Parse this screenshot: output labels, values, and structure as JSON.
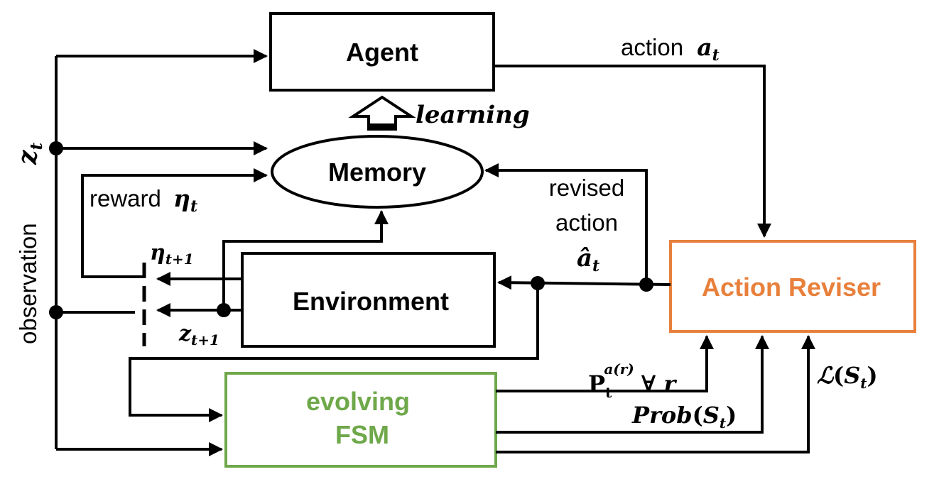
{
  "nodes": {
    "agent": "Agent",
    "memory": "Memory",
    "environment": "Environment",
    "action_reviser": "Action Reviser",
    "fsm_line1": "evolving",
    "fsm_line2": "FSM"
  },
  "labels": {
    "action": "action",
    "action_symbol": "a",
    "action_sub": "t",
    "learning": "learning",
    "observation": "observation",
    "z_symbol": "z",
    "z_sub": "t",
    "reward": "reward",
    "eta_symbol": "η",
    "eta_sub": "t",
    "eta_next_symbol": "η",
    "eta_next_sub": "t+1",
    "z_next_symbol": "z",
    "z_next_sub": "t+1",
    "revised_line1": "revised",
    "revised_line2": "action",
    "ahat_symbol": "â",
    "ahat_sub": "t",
    "p_symbol": "P",
    "p_sub": "t",
    "p_sup": "a(r)",
    "p_forall": "∀ r",
    "prob_name": "Prob",
    "prob_arg": "S",
    "prob_sub": "t",
    "loss_symbol": "ℒ",
    "loss_arg": "S",
    "loss_sub": "t"
  },
  "colors": {
    "line": "#000000",
    "action_reviser": "#E8803C",
    "fsm": "#6FA84A"
  }
}
